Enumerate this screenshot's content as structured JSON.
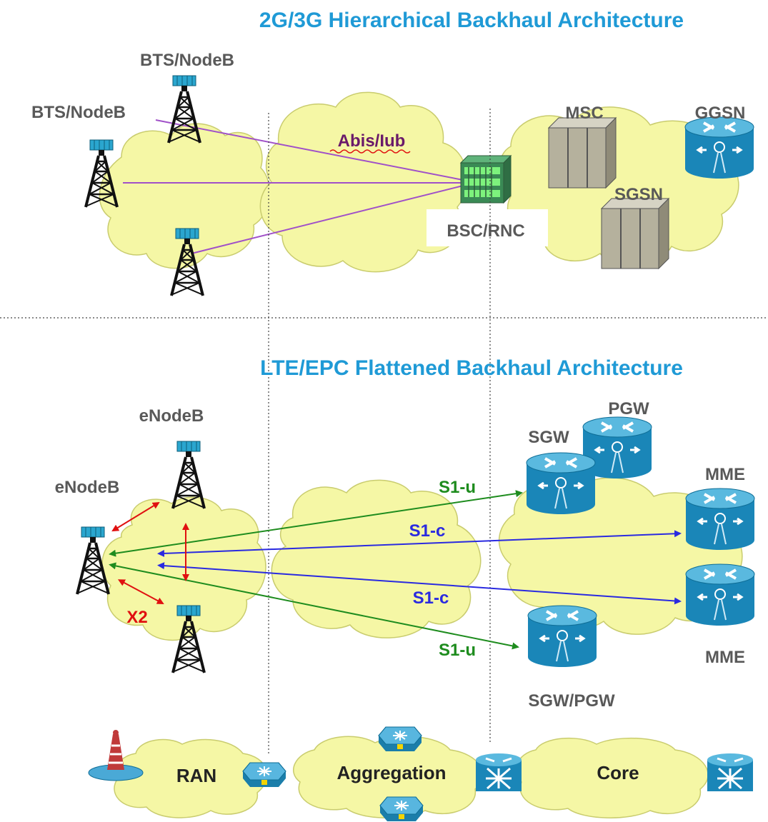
{
  "colors": {
    "title": "#1f9ad6",
    "cloud_fill": "#f5f7a5",
    "cloud_stroke": "#c9cc6e",
    "purple_link": "#a050c8",
    "green_link": "#1e8c1e",
    "blue_link": "#2a2ae0",
    "red_link": "#e01010",
    "router_blue": "#1c8fc4",
    "server_gray": "#b0ac98"
  },
  "top": {
    "title": "2G/3G Hierarchical Backhaul Architecture",
    "bts_label_1": "BTS/NodeB",
    "bts_label_2": "BTS/NodeB",
    "interface_label": "Abis/Iub",
    "bsc_label": "BSC/RNC",
    "msc_label": "MSC",
    "sgsn_label": "SGSN",
    "ggsn_label": "GGSN"
  },
  "bottom": {
    "title": "LTE/EPC Flattened Backhaul Architecture",
    "enodeb_label_1": "eNodeB",
    "enodeb_label_2": "eNodeB",
    "x2_label": "X2",
    "s1u_label_1": "S1-u",
    "s1c_label_1": "S1-c",
    "s1c_label_2": "S1-c",
    "s1u_label_2": "S1-u",
    "sgw_label": "SGW",
    "pgw_label": "PGW",
    "mme_label_1": "MME",
    "mme_label_2": "MME",
    "sgwpgw_label": "SGW/PGW"
  },
  "legend": {
    "ran": "RAN",
    "aggregation": "Aggregation",
    "core": "Core"
  }
}
